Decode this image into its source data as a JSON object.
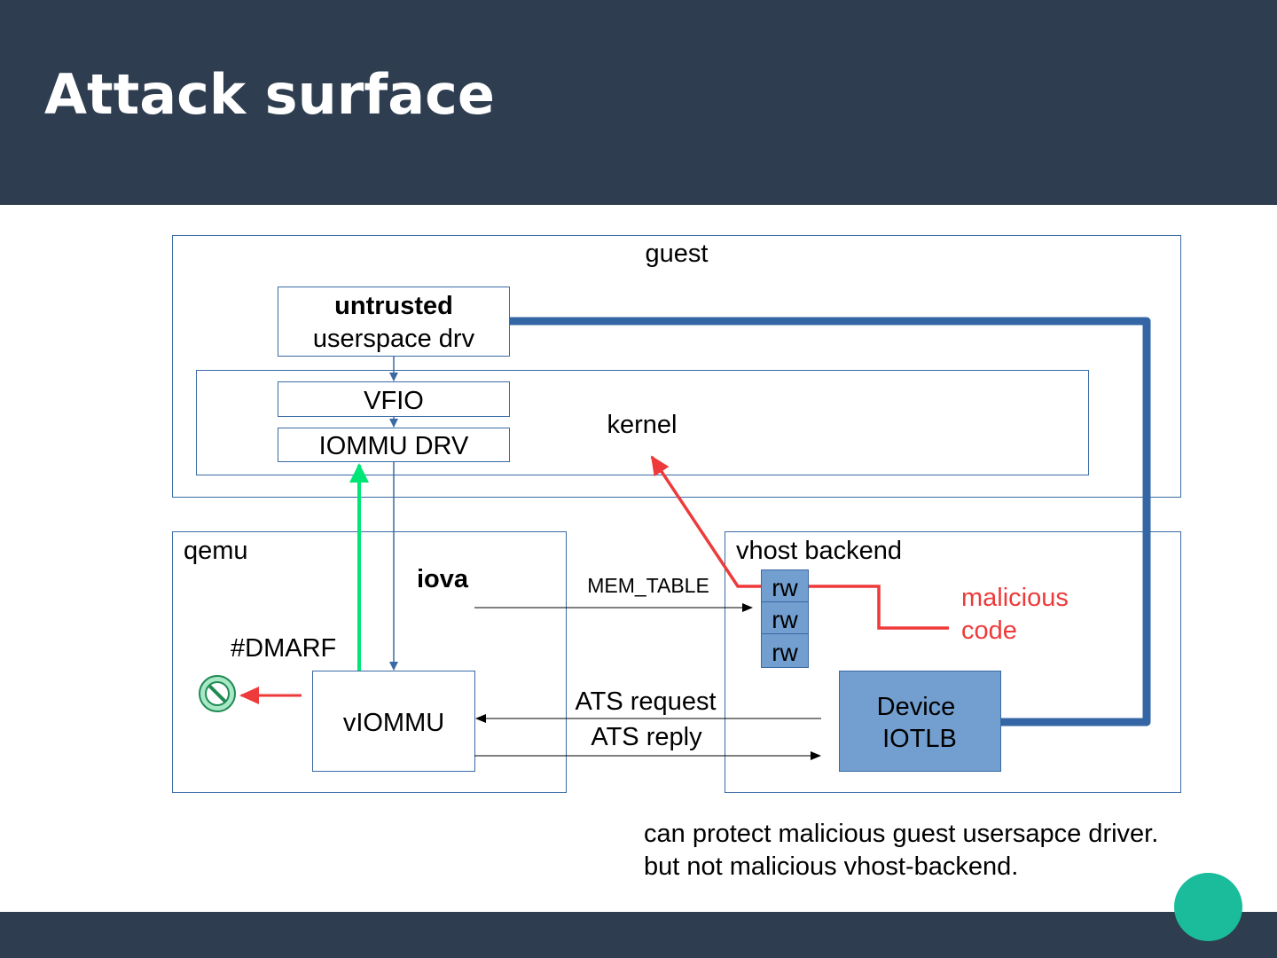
{
  "slide": {
    "title": "Attack surface",
    "note_line1": "can protect malicious guest usersapce driver.",
    "note_line2": "but not malicious vhost-backend."
  },
  "diagram": {
    "guest": "guest",
    "untrusted": "untrusted",
    "userspace_drv": "userspace drv",
    "vfio": "VFIO",
    "iommu_drv": "IOMMU DRV",
    "kernel": "kernel",
    "qemu": "qemu",
    "iova": "iova",
    "dmarf": "#DMARF",
    "viommu": "vIOMMU",
    "mem_table": "MEM_TABLE",
    "ats_request": "ATS request",
    "ats_reply": "ATS reply",
    "vhost_backend": "vhost backend",
    "rw1": "rw",
    "rw2": "rw",
    "rw3": "rw",
    "malicious1": "malicious",
    "malicious2": "code",
    "device": "Device",
    "iotlb": "IOTLB"
  },
  "colors": {
    "header": "#2e3e50",
    "accent_circle": "#1abc9c",
    "box_border": "#3a6aa5",
    "thick_path": "#3465a4",
    "device_fill": "#729fcf",
    "attack_red": "#ee3a3a",
    "fault_green": "#00e676"
  },
  "icons": {
    "blocked": "no-entry-icon"
  }
}
